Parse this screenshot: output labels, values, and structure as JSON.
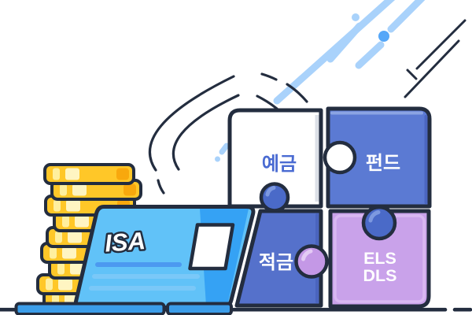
{
  "illustration": {
    "description": "ISA account illustration: coin stack, ISA laptop, investment-product puzzle pieces",
    "labels": {
      "isa": "ISA",
      "deposit": "예금",
      "fund": "펀드",
      "savings": "적금",
      "els": "ELS",
      "dls": "DLS"
    },
    "colors": {
      "outline_navy": "#232D3F",
      "pale_blue": "#A9D2FB",
      "bright_blue": "#55A7F8",
      "coin_yellow": "#FFC728",
      "coin_pale": "#FFEF9E",
      "coin_pale2": "#FFF5C2",
      "coin_orange": "#F8A80D",
      "lid_blue": "#61C2F8",
      "lid_deep": "#35A2F4",
      "base_blue": "#3B9DE9",
      "stripe_strong": "#4C99F0",
      "stripe_light": "#7AC8F8",
      "fund_blue": "#5B7AD3",
      "fund_top_hl": "#8BA4E3",
      "fund_right_sh": "#4B66C0",
      "savings_blue": "#5571CB",
      "savings_right_sh": "#4A64BE",
      "purple": "#C9A2EA",
      "purple_hl": "#D9B8F2",
      "knob_blue": "#4A6AC8",
      "knob_blue_hl": "#7D99E0",
      "knob_purple": "#C498E6",
      "knob_purple_hl": "#E4CBF5",
      "white_shadow": "#DCE0E7",
      "deposit_text": "#4A6BD2",
      "white": "#FFFFFF"
    }
  }
}
